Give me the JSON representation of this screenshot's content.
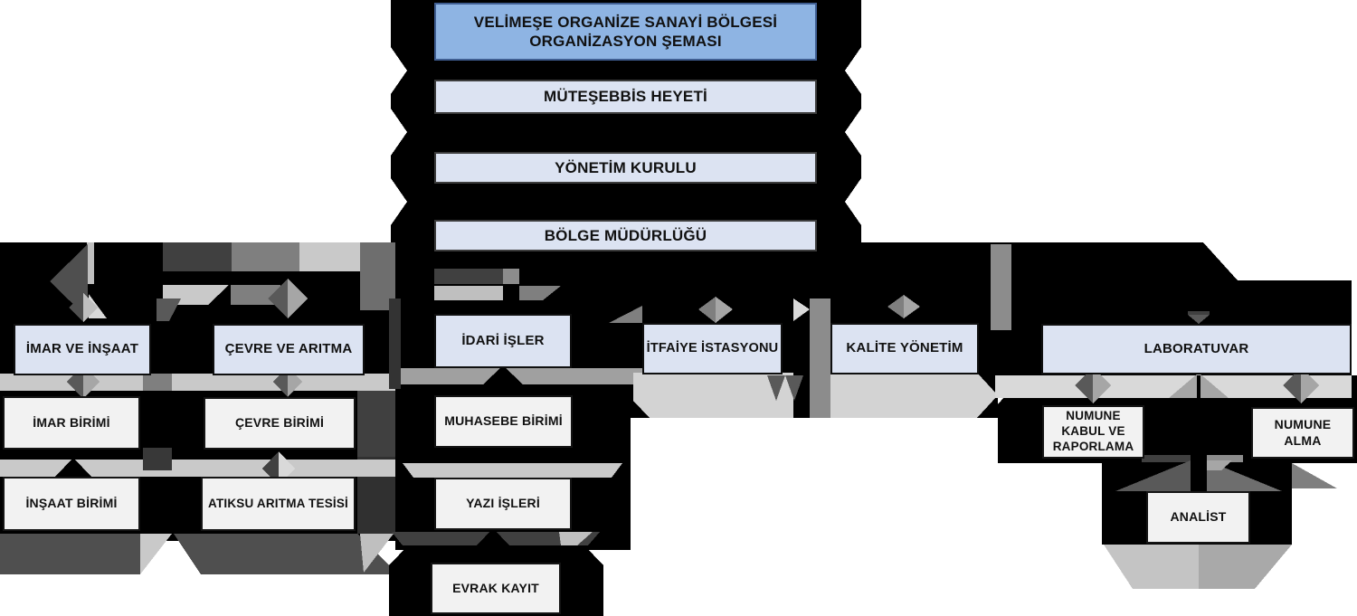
{
  "diagram": {
    "type": "org-chart",
    "nodes": {
      "root": "VELİMEŞE ORGANİZE SANAYİ BÖLGESİ ORGANİZASYON ŞEMASI",
      "muteshebbis": "MÜTEŞEBBİS HEYETİ",
      "yonetim": "YÖNETİM KURULU",
      "bolge": "BÖLGE MÜDÜRLÜĞÜ",
      "imar_insaat": "İMAR VE İNŞAAT",
      "cevre_aritma": "ÇEVRE VE ARITMA",
      "idari_isler": "İDARİ İŞLER",
      "itfaiye": "İTFAİYE İSTASYONU",
      "kalite": "KALİTE YÖNETİM",
      "laboratuvar": "LABORATUVAR",
      "imar_birimi": "İMAR BİRİMİ",
      "cevre_birimi": "ÇEVRE BİRİMİ",
      "muhasebe_birimi": "MUHASEBE BİRİMİ",
      "numune_kabul": "NUMUNE KABUL VE RAPORLAMA",
      "numune_alma": "NUMUNE ALMA",
      "insaat_birimi": "İNŞAAT BİRİMİ",
      "atiksu": "ATIKSU ARITMA TESİSİ",
      "yazi_isleri": "YAZI İŞLERİ",
      "analist": "ANALİST",
      "evrak_kayit": "EVRAK KAYIT"
    },
    "hierarchy": {
      "VELİMEŞE ORGANİZE SANAYİ BÖLGESİ ORGANİZASYON ŞEMASI": [
        "MÜTEŞEBBİS HEYETİ"
      ],
      "MÜTEŞEBBİS HEYETİ": [
        "YÖNETİM KURULU"
      ],
      "YÖNETİM KURULU": [
        "BÖLGE MÜDÜRLÜĞÜ"
      ],
      "BÖLGE MÜDÜRLÜĞÜ": [
        "İMAR VE İNŞAAT",
        "ÇEVRE VE ARITMA",
        "İDARİ İŞLER",
        "İTFAİYE İSTASYONU",
        "KALİTE YÖNETİM",
        "LABORATUVAR"
      ],
      "İMAR VE İNŞAAT": [
        "İMAR BİRİMİ",
        "İNŞAAT BİRİMİ"
      ],
      "ÇEVRE VE ARITMA": [
        "ÇEVRE BİRİMİ",
        "ATIKSU ARITMA TESİSİ"
      ],
      "İDARİ İŞLER": [
        "MUHASEBE BİRİMİ",
        "YAZI İŞLERİ",
        "EVRAK KAYIT"
      ],
      "LABORATUVAR": [
        "NUMUNE KABUL VE RAPORLAMA",
        "NUMUNE ALMA",
        "ANALİST"
      ]
    },
    "colors": {
      "root_fill": "#8EB4E3",
      "root_border": "#3F5E92",
      "level_fill": "#DCE3F2",
      "unit_fill": "#F2F2F2",
      "box_border": "#141414",
      "background": "#FFFFFF",
      "connector_black": "#000000",
      "shadow_grays": [
        "#303030",
        "#404040",
        "#595959",
        "#7F7F7F",
        "#8C8C8C",
        "#A6A6A6",
        "#BFBFBF",
        "#C9C9C9",
        "#D9D9D9"
      ]
    }
  }
}
